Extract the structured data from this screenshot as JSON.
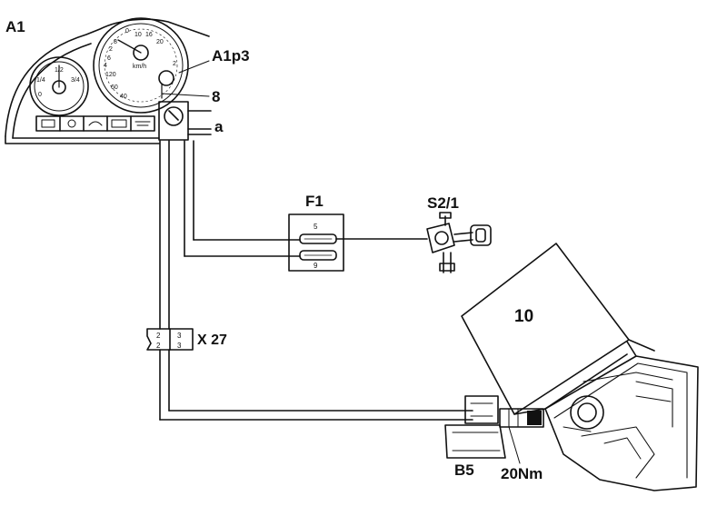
{
  "labels": {
    "a1": "A1",
    "a1p3": "A1p3",
    "eight": "8",
    "a": "a",
    "f1": "F1",
    "s21": "S2/1",
    "x27": "X 27",
    "ten": "10",
    "b5": "B5",
    "torque": "20Nm"
  },
  "fuse": {
    "pin_top": "5",
    "pin_bottom": "9"
  },
  "connector_x27": {
    "pin_left": "2",
    "pin_right": "3",
    "pin_left_bottom": "2",
    "pin_right_bottom": "3"
  },
  "speedometer": {
    "unit": "km/h",
    "ticks": [
      "10",
      "16",
      "20",
      "8",
      "2",
      "120",
      "60",
      "40",
      "6",
      "4",
      "2",
      "0"
    ]
  },
  "fuel_gauge": {
    "ticks": [
      "1/2",
      "1/4",
      "3/4",
      "0"
    ]
  },
  "colors": {
    "ink": "#111111",
    "paper": "#ffffff"
  }
}
